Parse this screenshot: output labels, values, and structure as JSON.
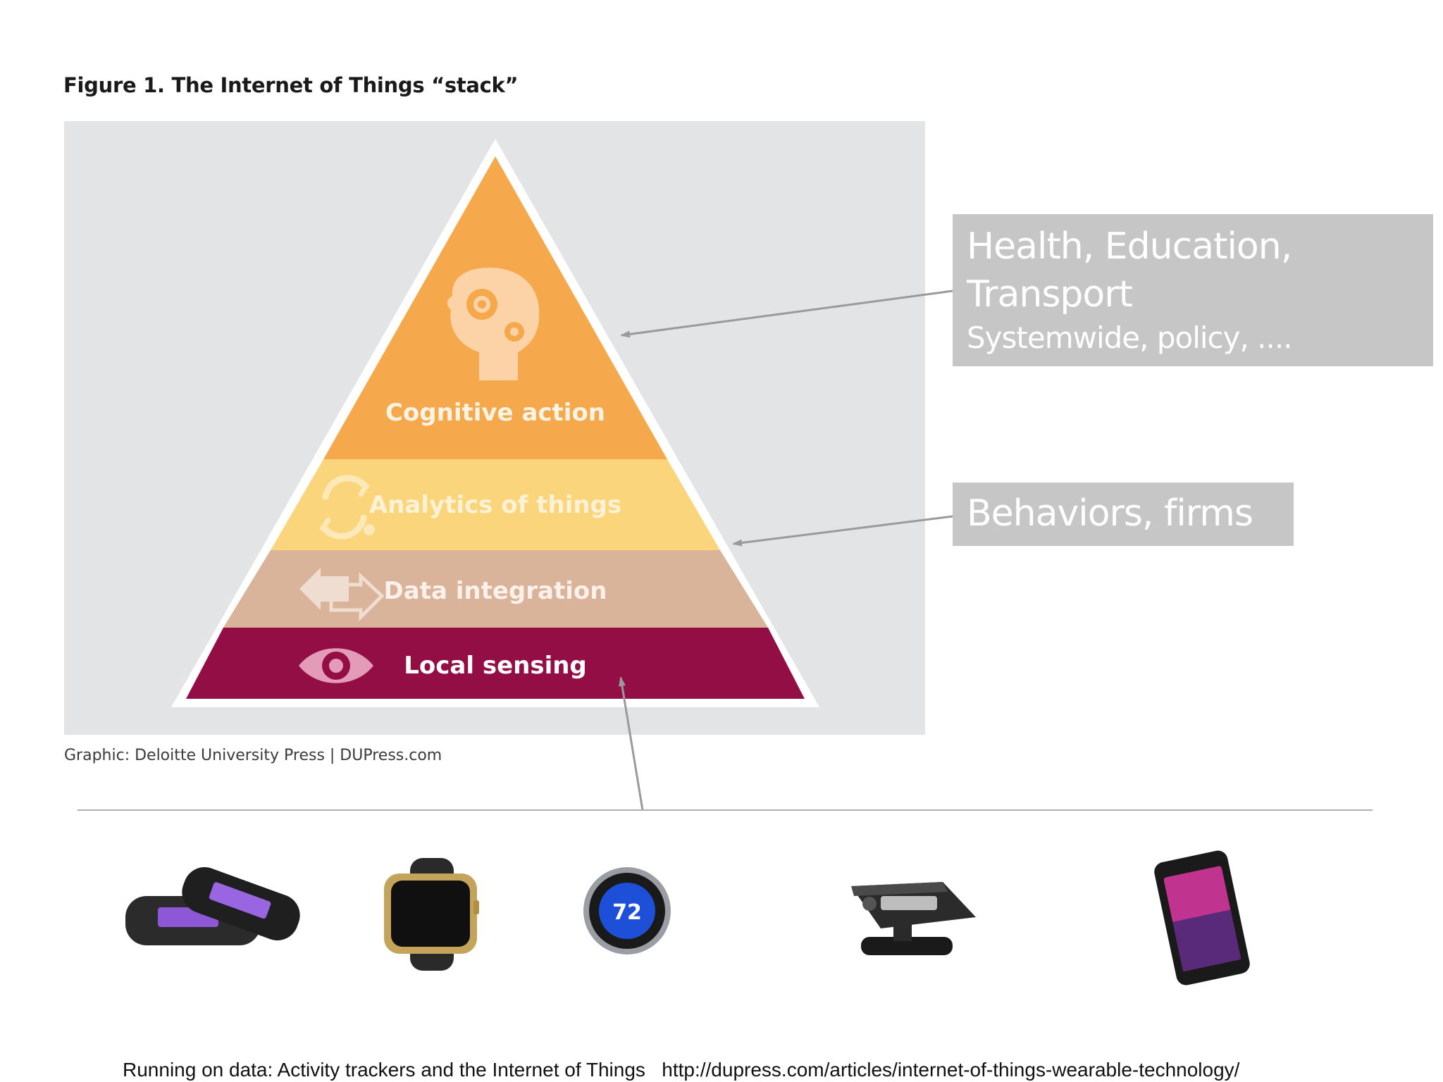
{
  "figure": {
    "title": "Figure 1. The Internet of Things “stack”",
    "credit": "Graphic: Deloitte University Press  |  DUPress.com"
  },
  "pyramid": {
    "layers": [
      {
        "label": "Cognitive action",
        "color": "#f5a94c",
        "icon": "head-gears-icon"
      },
      {
        "label": "Analytics of things",
        "color": "#fbd57c",
        "icon": "refresh-cycle-icon"
      },
      {
        "label": "Data integration",
        "color": "#d9b39a",
        "icon": "two-way-arrows-icon"
      },
      {
        "label": "Local sensing",
        "color": "#930e45",
        "icon": "eye-icon"
      }
    ]
  },
  "callouts": {
    "top": {
      "line1": "Health, Education,",
      "line2": "Transport",
      "sub": "Systemwide, policy, ...."
    },
    "mid": {
      "label": "Behaviors, firms"
    }
  },
  "devices": [
    {
      "icon": "fitness-band-icon"
    },
    {
      "icon": "smartwatch-icon"
    },
    {
      "icon": "thermostat-icon",
      "display": "72"
    },
    {
      "icon": "projector-icon"
    },
    {
      "icon": "smartphone-icon"
    }
  ],
  "footer": {
    "text": "Running on data: Activity trackers and the Internet of Things   http://dupress.com/articles/internet-of-things-wearable-technology/"
  },
  "colors": {
    "panel": "#e2e4e6",
    "callout": "#c6c6c6",
    "arrow": "#9a9a9a"
  }
}
